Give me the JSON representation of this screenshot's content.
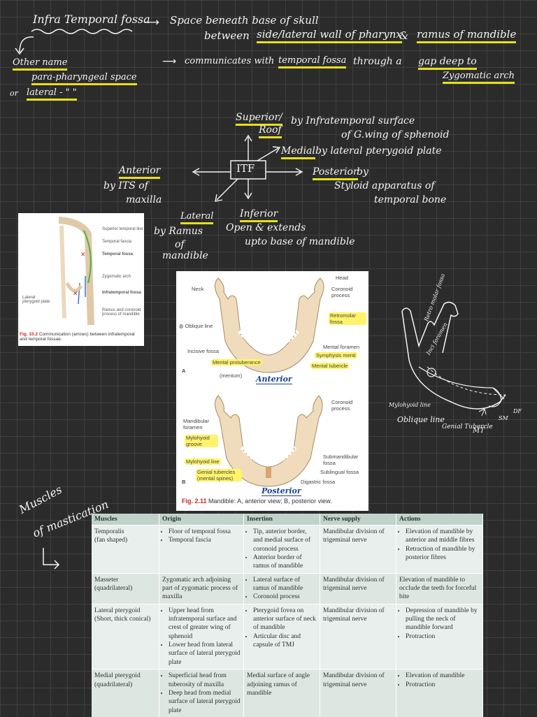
{
  "notes": {
    "title": "Infra Temporal fossa",
    "def_line1": "Space beneath base of skull",
    "def_between": "between",
    "def_side": "side/lateral wall of pharynx",
    "def_amp": "&",
    "def_ramus": "ramus of mandible",
    "comm_prefix": "communicates with",
    "comm_temporal": "temporal fossa",
    "comm_through": "through a",
    "comm_gap": "gap deep to",
    "comm_zygo": "Zygomatic arch",
    "other_name": "Other name",
    "para": "para-pharyngeal space",
    "or": "or",
    "lateral_ditto": "lateral - \"  \"",
    "itf": "ITF",
    "superior": "Superior/",
    "roof": "Roof",
    "superior_desc1": "by Infratemporal surface",
    "superior_desc2": "of G.wing of sphenoid",
    "medial": "Medial",
    "medial_desc": "by lateral pterygoid plate",
    "anterior": "Anterior",
    "anterior_desc1": "by ITS of",
    "anterior_desc2": "maxilla",
    "posterior": "Posterior",
    "posterior_by": "by",
    "posterior_desc1": "Styloid apparatus of",
    "posterior_desc2": "temporal bone",
    "lateral": "Lateral",
    "lateral_desc1": "by Ramus",
    "lateral_desc2": "of",
    "lateral_desc3": "mandible",
    "inferior": "Inferior",
    "inferior_desc1": "Open & extends",
    "inferior_desc2": "upto base of mandible",
    "muscles_heading1": "Muscles",
    "muscles_heading2": "of mastication"
  },
  "fig1": {
    "labels": [
      "Superior temporal line",
      "Temporal fascia",
      "Temporal fossa",
      "Zygomatic arch",
      "Infratemporal fossa",
      "Ramus and coronoid process of mandible",
      "Lateral pterygoid plate"
    ],
    "caption_num": "Fig. 10.2",
    "caption_text": "Communication (arrows) between infratemporal and temporal fossae."
  },
  "fig2": {
    "a_labels": {
      "head": "Head",
      "coronoid": "Coronoid process",
      "neck": "Neck",
      "retromolar": "Retromolar fossa",
      "oblique": "Oblique line",
      "mental_foramen": "Mental foramen",
      "incisive": "Incisive fossa",
      "symphysis": "Symphysis menti",
      "mental_prot": "Mental protuberance",
      "mentum": "(mentum)",
      "mental_tubercle": "Mental tubercle",
      "letter": "A"
    },
    "anterior_hw": "Anterior",
    "b_labels": {
      "coronoid": "Coronoid process",
      "mand_foramen": "Mandibular foramen",
      "mylohyoid_groove": "Mylohyoid groove",
      "mylohyoid_line": "Mylohyoid line",
      "submandibular": "Submandibular fossa",
      "sublingual": "Sublingual fossa",
      "genial": "Genial tubercles (mental spines)",
      "digastric": "Digastric fossa",
      "letter": "B"
    },
    "posterior_hw": "Posterior",
    "caption_num": "Fig. 2.11",
    "caption_text": "Mandible: A, anterior view; B, posterior view."
  },
  "sketch": {
    "labels": [
      "Retro molar fossa",
      "Inci foramen",
      "Mylohyoid line",
      "Oblique line",
      "Genial Tubercle",
      "MT",
      "SM",
      "DF"
    ]
  },
  "table": {
    "headers": [
      "Muscles",
      "Origin",
      "Insertion",
      "Nerve supply",
      "Actions"
    ],
    "rows": [
      {
        "muscle": [
          "Temporalis",
          "(fan shaped)"
        ],
        "origin": [
          "Floor of temporal fossa",
          "Temporal fascia"
        ],
        "origin_bullets": true,
        "insertion": [
          "Tip, anterior border, and medial surface of coronoid process",
          "Anterior border of ramus of mandible"
        ],
        "insertion_bullets": true,
        "nerve": "Mandibular division of trigeminal nerve",
        "actions": [
          "Elevation of mandible by anterior and middle fibres",
          "Retraction of mandible by posterior fibres"
        ],
        "actions_bullets": true
      },
      {
        "muscle": [
          "Masseter",
          "(quadrilateral)"
        ],
        "origin": [
          "Zygomatic arch adjoining part of zygomatic process of maxilla"
        ],
        "origin_bullets": false,
        "insertion": [
          "Lateral surface of ramus of mandible",
          "Coronoid process"
        ],
        "insertion_bullets": true,
        "nerve": "Mandibular division of trigeminal nerve",
        "actions": [
          "Elevation of mandible to occlude the teeth for forceful bite"
        ],
        "actions_bullets": false
      },
      {
        "muscle": [
          "Lateral pterygoid",
          "(Short, thick conical)"
        ],
        "origin": [
          "Upper head from infratemporal surface and crest of greater wing of sphenoid",
          "Lower head from lateral surface of lateral pterygoid plate"
        ],
        "origin_bullets": true,
        "insertion": [
          "Pterygoid fovea on anterior surface of neck of mandible",
          "Articular disc and capsule of TMJ"
        ],
        "insertion_bullets": true,
        "nerve": "Mandibular division of trigeminal nerve",
        "actions": [
          "Depression of mandible by pulling the neck of mandible forward",
          "Protraction"
        ],
        "actions_bullets": true
      },
      {
        "muscle": [
          "Medial pterygoid",
          "(quadrilateral)"
        ],
        "origin": [
          "Superficial head from tuberosity of maxilla",
          "Deep head from medial surface of lateral pterygoid plate"
        ],
        "origin_bullets": true,
        "insertion": [
          "Medial surface of angle adjoining ramus of mandible"
        ],
        "insertion_bullets": false,
        "nerve": "Mandibular division of trigeminal nerve",
        "actions": [
          "Elevation of mandible",
          "Protraction"
        ],
        "actions_bullets": true
      }
    ]
  }
}
